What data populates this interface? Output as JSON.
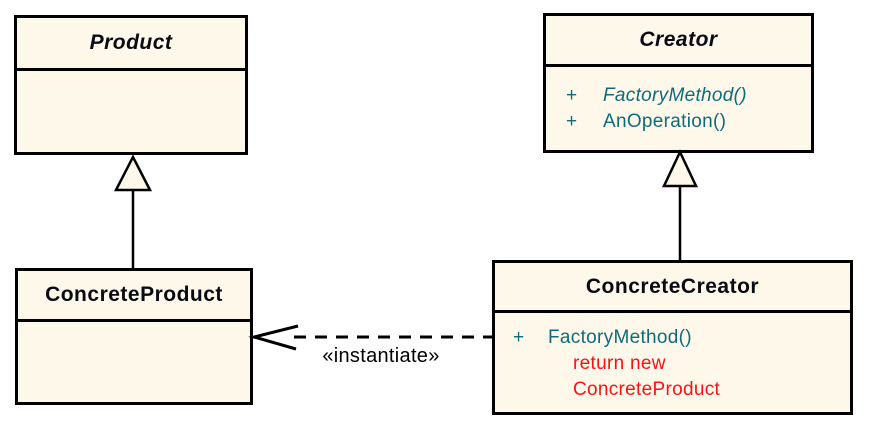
{
  "colors": {
    "background": "#ffffff",
    "box_fill": "#fdf8e9",
    "box_border": "#000000",
    "method_color": "#0e6b7c",
    "note_color": "#f41414",
    "label_color": "#000000"
  },
  "classes": {
    "product": {
      "name": "Product"
    },
    "creator": {
      "name": "Creator",
      "methods": [
        {
          "visibility": "+",
          "signature": "FactoryMethod()"
        },
        {
          "visibility": "+",
          "signature": "AnOperation()"
        }
      ]
    },
    "concrete_product": {
      "name": "ConcreteProduct"
    },
    "concrete_creator": {
      "name": "ConcreteCreator",
      "methods": [
        {
          "visibility": "+",
          "signature": "FactoryMethod()"
        }
      ],
      "notes": [
        "return new",
        "ConcreteProduct"
      ]
    }
  },
  "relationships": {
    "instantiate_label": "«instantiate»"
  }
}
